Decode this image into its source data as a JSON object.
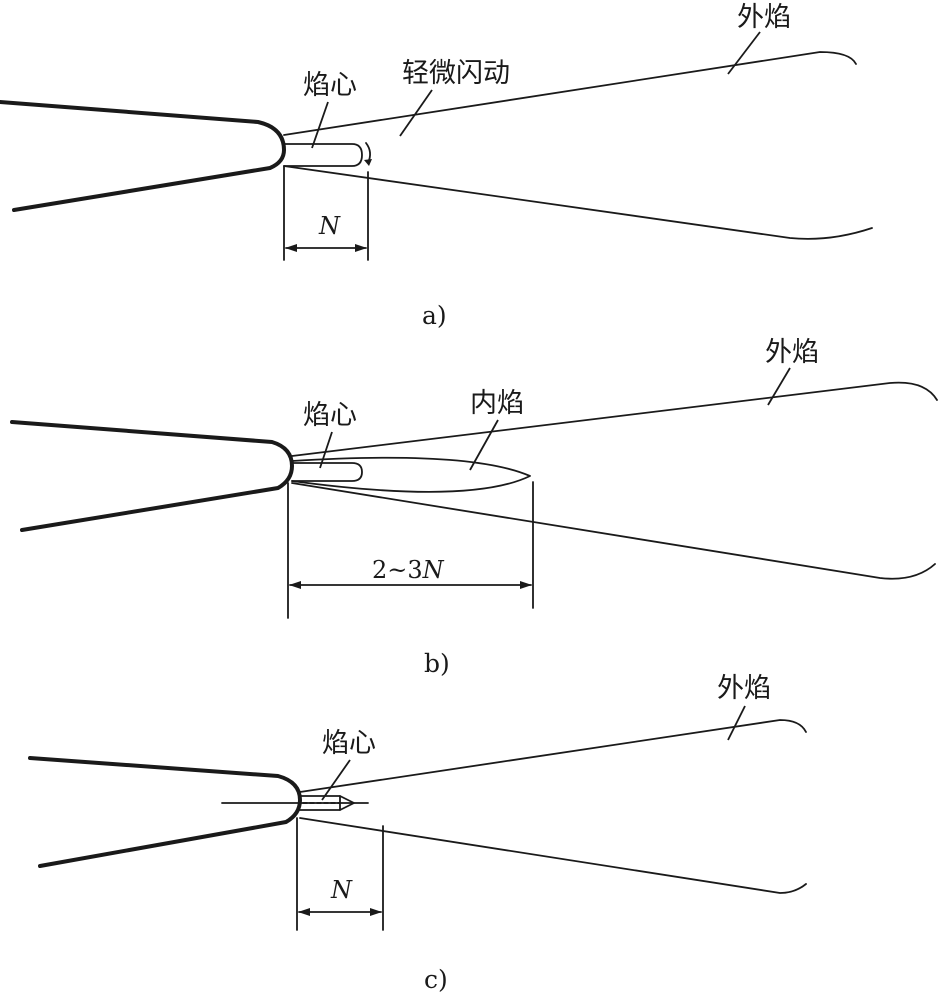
{
  "panels": [
    {
      "caption": "a)",
      "labels": {
        "outer_flame": "外焰",
        "flame_core": "焰心",
        "slight_flicker": "轻微闪动"
      },
      "dimension": {
        "text": "N"
      }
    },
    {
      "caption": "b)",
      "labels": {
        "outer_flame": "外焰",
        "flame_core": "焰心",
        "inner_flame": "内焰"
      },
      "dimension": {
        "prefix": "2~3",
        "var": "N"
      }
    },
    {
      "caption": "c)",
      "labels": {
        "outer_flame": "外焰",
        "flame_core": "焰心"
      },
      "dimension": {
        "text": "N"
      }
    }
  ]
}
